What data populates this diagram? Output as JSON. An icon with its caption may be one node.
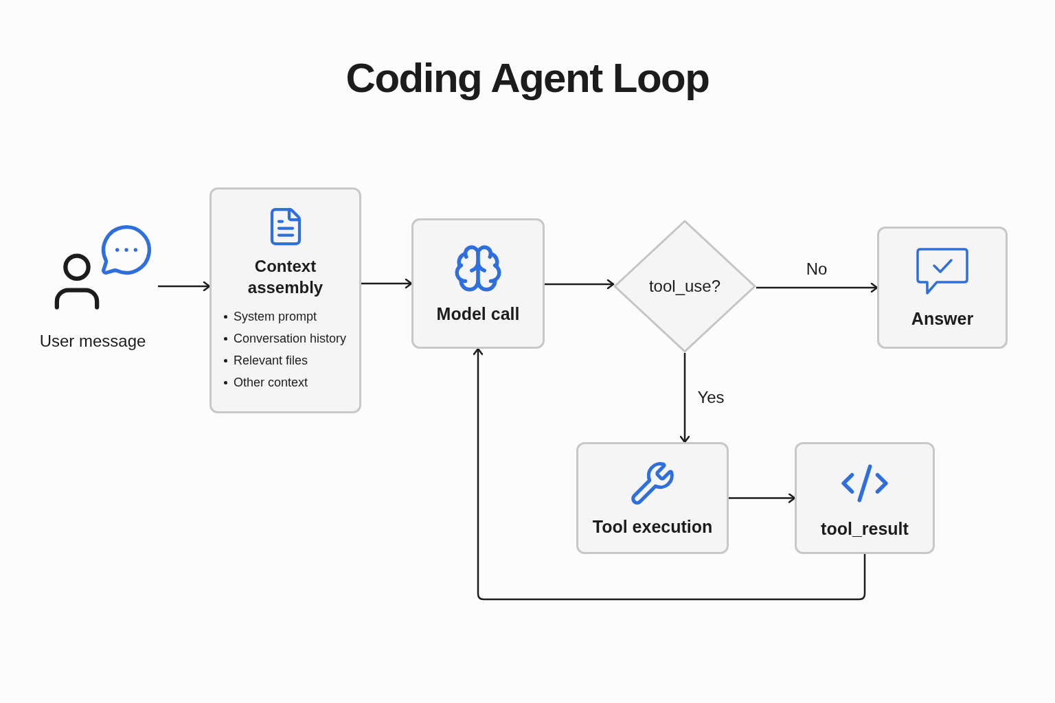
{
  "diagram": {
    "title": "Coding Agent Loop",
    "nodes": [
      {
        "text": [
          "User message"
        ]
      },
      {
        "text": [
          "Context assembly",
          "System prompt",
          "Conversation history",
          "Relevant files",
          "Other context"
        ]
      },
      {
        "text": [
          "Model call"
        ]
      },
      {
        "text": [
          "tool_use?"
        ]
      },
      {
        "text": [
          "Answer"
        ]
      },
      {
        "text": [
          "Tool execution"
        ]
      },
      {
        "text": [
          "tool_result"
        ]
      }
    ],
    "edges": [
      {
        "from": 0,
        "to": 1,
        "arrow": "to"
      },
      {
        "from": 1,
        "to": 2,
        "arrow": "to"
      },
      {
        "from": 2,
        "to": 3,
        "arrow": "to"
      },
      {
        "from": 3,
        "to": 4,
        "arrow": "to",
        "label": "No"
      },
      {
        "from": 3,
        "to": 5,
        "arrow": "to",
        "label": "Yes"
      },
      {
        "from": 5,
        "to": 6,
        "arrow": "to"
      },
      {
        "from": 6,
        "to": 2,
        "arrow": "to"
      }
    ]
  }
}
